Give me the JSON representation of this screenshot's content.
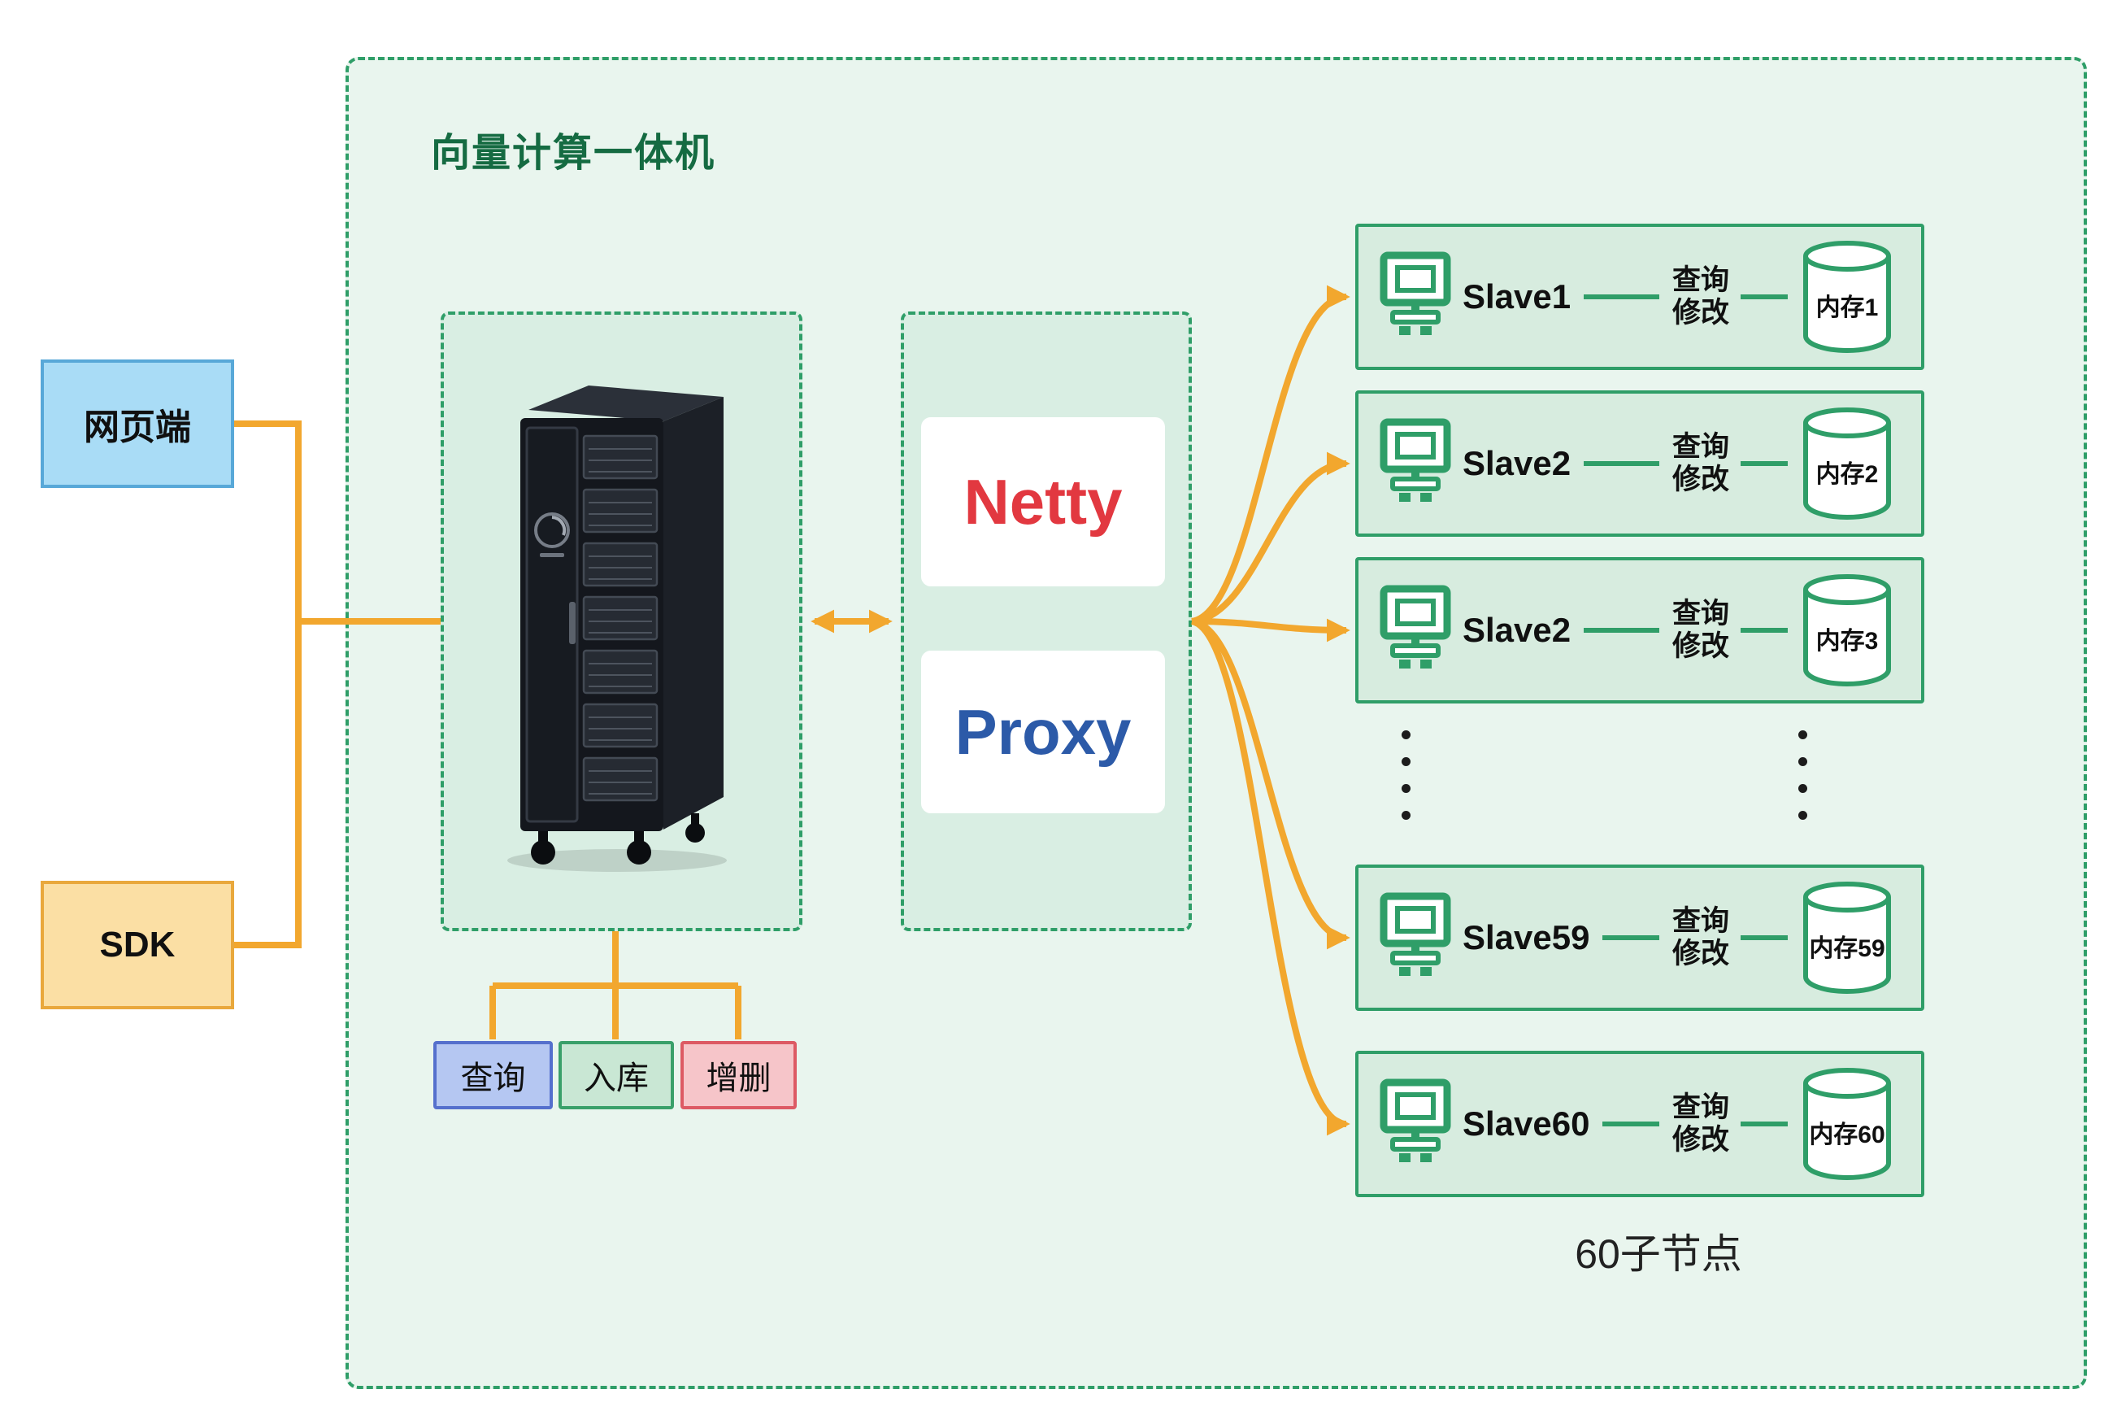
{
  "diagram": {
    "title": "向量计算一体机",
    "footer_note": "60子节点"
  },
  "left_nodes": {
    "web_label": "网页端",
    "sdk_label": "SDK"
  },
  "gateway": {
    "netty_label": "Netty",
    "proxy_label": "Proxy"
  },
  "operations": [
    {
      "label": "查询",
      "fill": "#b5c7f2",
      "border": "#5570cd"
    },
    {
      "label": "入库",
      "fill": "#c9e7d4",
      "border": "#3aa06a"
    },
    {
      "label": "增删",
      "fill": "#f6c5c9",
      "border": "#dd5a64"
    }
  ],
  "slaves": [
    {
      "name": "Slave1",
      "action_top": "查询",
      "action_bottom": "修改",
      "memory": "内存1"
    },
    {
      "name": "Slave2",
      "action_top": "查询",
      "action_bottom": "修改",
      "memory": "内存2"
    },
    {
      "name": "Slave2",
      "action_top": "查询",
      "action_bottom": "修改",
      "memory": "内存3"
    },
    {
      "name": "Slave59",
      "action_top": "查询",
      "action_bottom": "修改",
      "memory": "内存59"
    },
    {
      "name": "Slave60",
      "action_top": "查询",
      "action_bottom": "修改",
      "memory": "内存60"
    }
  ],
  "colors": {
    "green_border": "#2f9e68",
    "outer_fill": "#e9f5ee",
    "inner_fill": "#d9eee3",
    "slave_fill": "#d7ecdf",
    "orange_wire": "#f2a72e",
    "netty_red": "#e23840",
    "proxy_blue": "#2c5aa8",
    "title_green": "#156b42",
    "web_fill": "#a9dcf6",
    "sdk_fill": "#fbdfa4"
  }
}
